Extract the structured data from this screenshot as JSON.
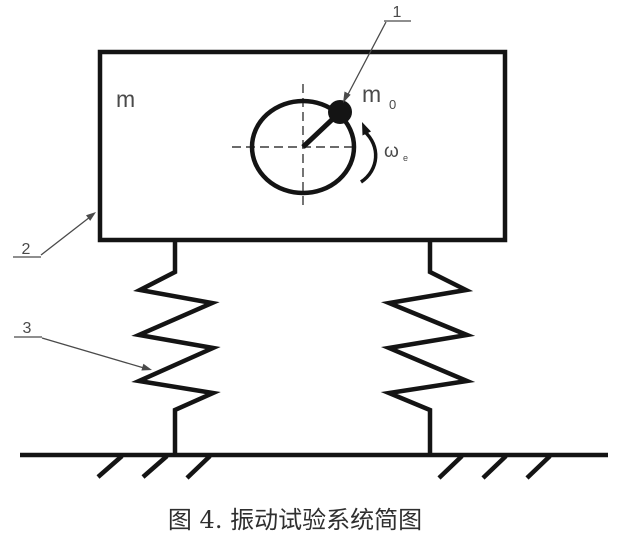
{
  "figure": {
    "caption": "图 4. 振动试验系统简图"
  },
  "labels": {
    "main_mass": "m",
    "eccentric_mass_base": "m",
    "eccentric_mass_sub": "0",
    "angular_velocity_base": "ω",
    "angular_velocity_sub": "e",
    "callout_1": "1",
    "callout_2": "2",
    "callout_3": "3"
  },
  "colors": {
    "line": "#141414",
    "label_text": "#4a4a4a",
    "caption_text": "#2f2f2f",
    "background": "#ffffff"
  }
}
